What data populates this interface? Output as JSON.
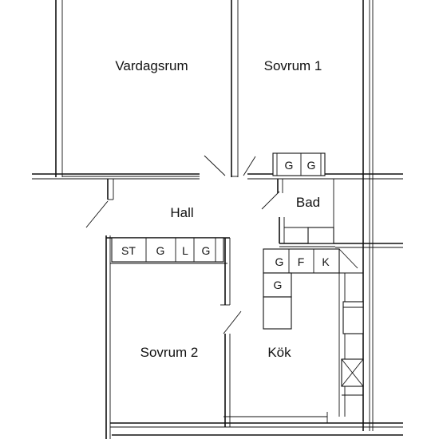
{
  "rooms": {
    "vardagsrum": "Vardagsrum",
    "sovrum1": "Sovrum 1",
    "hall": "Hall",
    "bad": "Bad",
    "sovrum2": "Sovrum 2",
    "kok": "Kök"
  },
  "fixtures": {
    "bad_g1": "G",
    "bad_g2": "G",
    "hall_st": "ST",
    "hall_g1": "G",
    "hall_l": "L",
    "hall_g2": "G",
    "kok_g1": "G",
    "kok_f": "F",
    "kok_k": "K",
    "kok_g2": "G"
  },
  "colors": {
    "line": "#111111",
    "background": "#ffffff"
  }
}
